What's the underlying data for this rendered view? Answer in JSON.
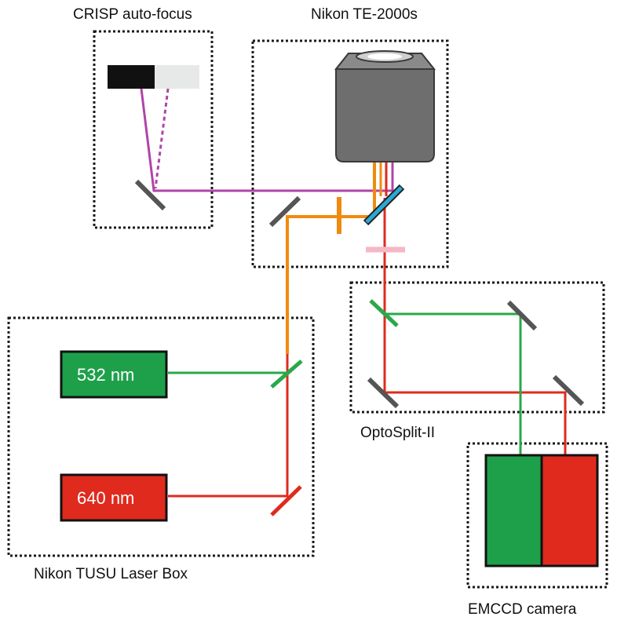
{
  "labels": {
    "crisp": "CRISP auto-focus",
    "microscope": "Nikon TE-2000s",
    "optosplit": "OptoSplit-II",
    "laser_box": "Nikon TUSU Laser Box",
    "camera": "EMCCD camera"
  },
  "lasers": {
    "green": "532 nm",
    "red": "640 nm"
  },
  "colors": {
    "green": "#2aa84a",
    "red": "#e02a1e",
    "orange": "#f08a10",
    "magenta": "#b044a8",
    "cyan": "#2aa8d8",
    "pink": "#f4b8c4",
    "mirror": "#555555",
    "objective": "#6e6e6e"
  }
}
